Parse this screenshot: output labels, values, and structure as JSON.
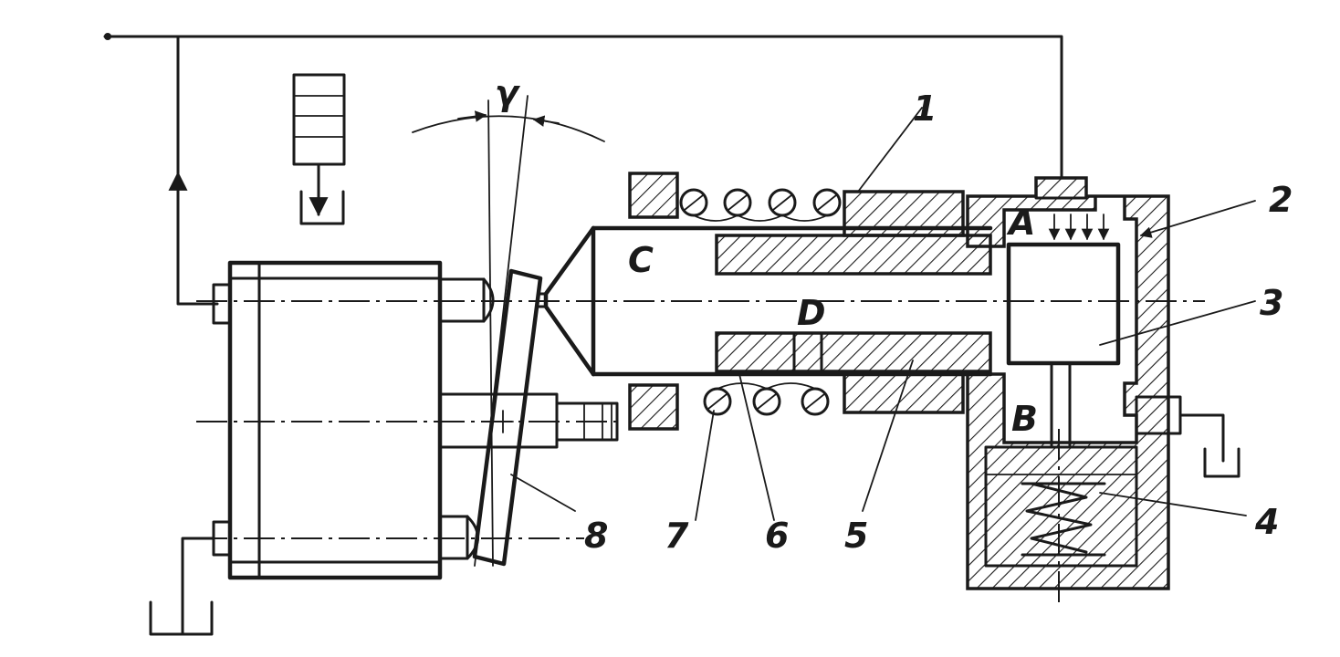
{
  "labels": {
    "gamma": "γ",
    "C": "C",
    "D": "D",
    "A": "A",
    "B": "B",
    "n1": "1",
    "n2": "2",
    "n3": "3",
    "n4": "4",
    "n5": "5",
    "n6": "6",
    "n7": "7",
    "n8": "8"
  }
}
